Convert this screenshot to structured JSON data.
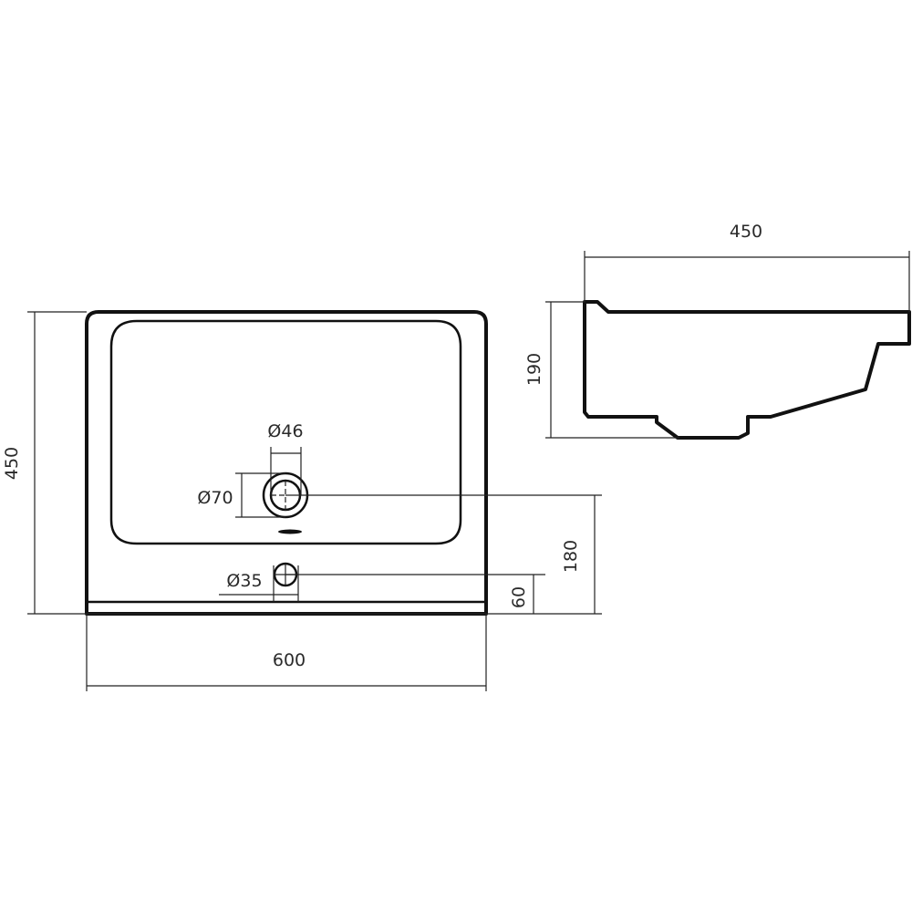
{
  "title": "Washbasin dimension drawing",
  "dimensions": {
    "depth_plan": "450",
    "width": "600",
    "drain_to_edge": "180",
    "tap_to_edge": "60",
    "drain_inner": "Ø46",
    "drain_outer": "Ø70",
    "tap_hole": "Ø35",
    "depth_side": "450",
    "height_side": "190"
  },
  "colors": {
    "line": "#111111",
    "background": "#ffffff"
  }
}
